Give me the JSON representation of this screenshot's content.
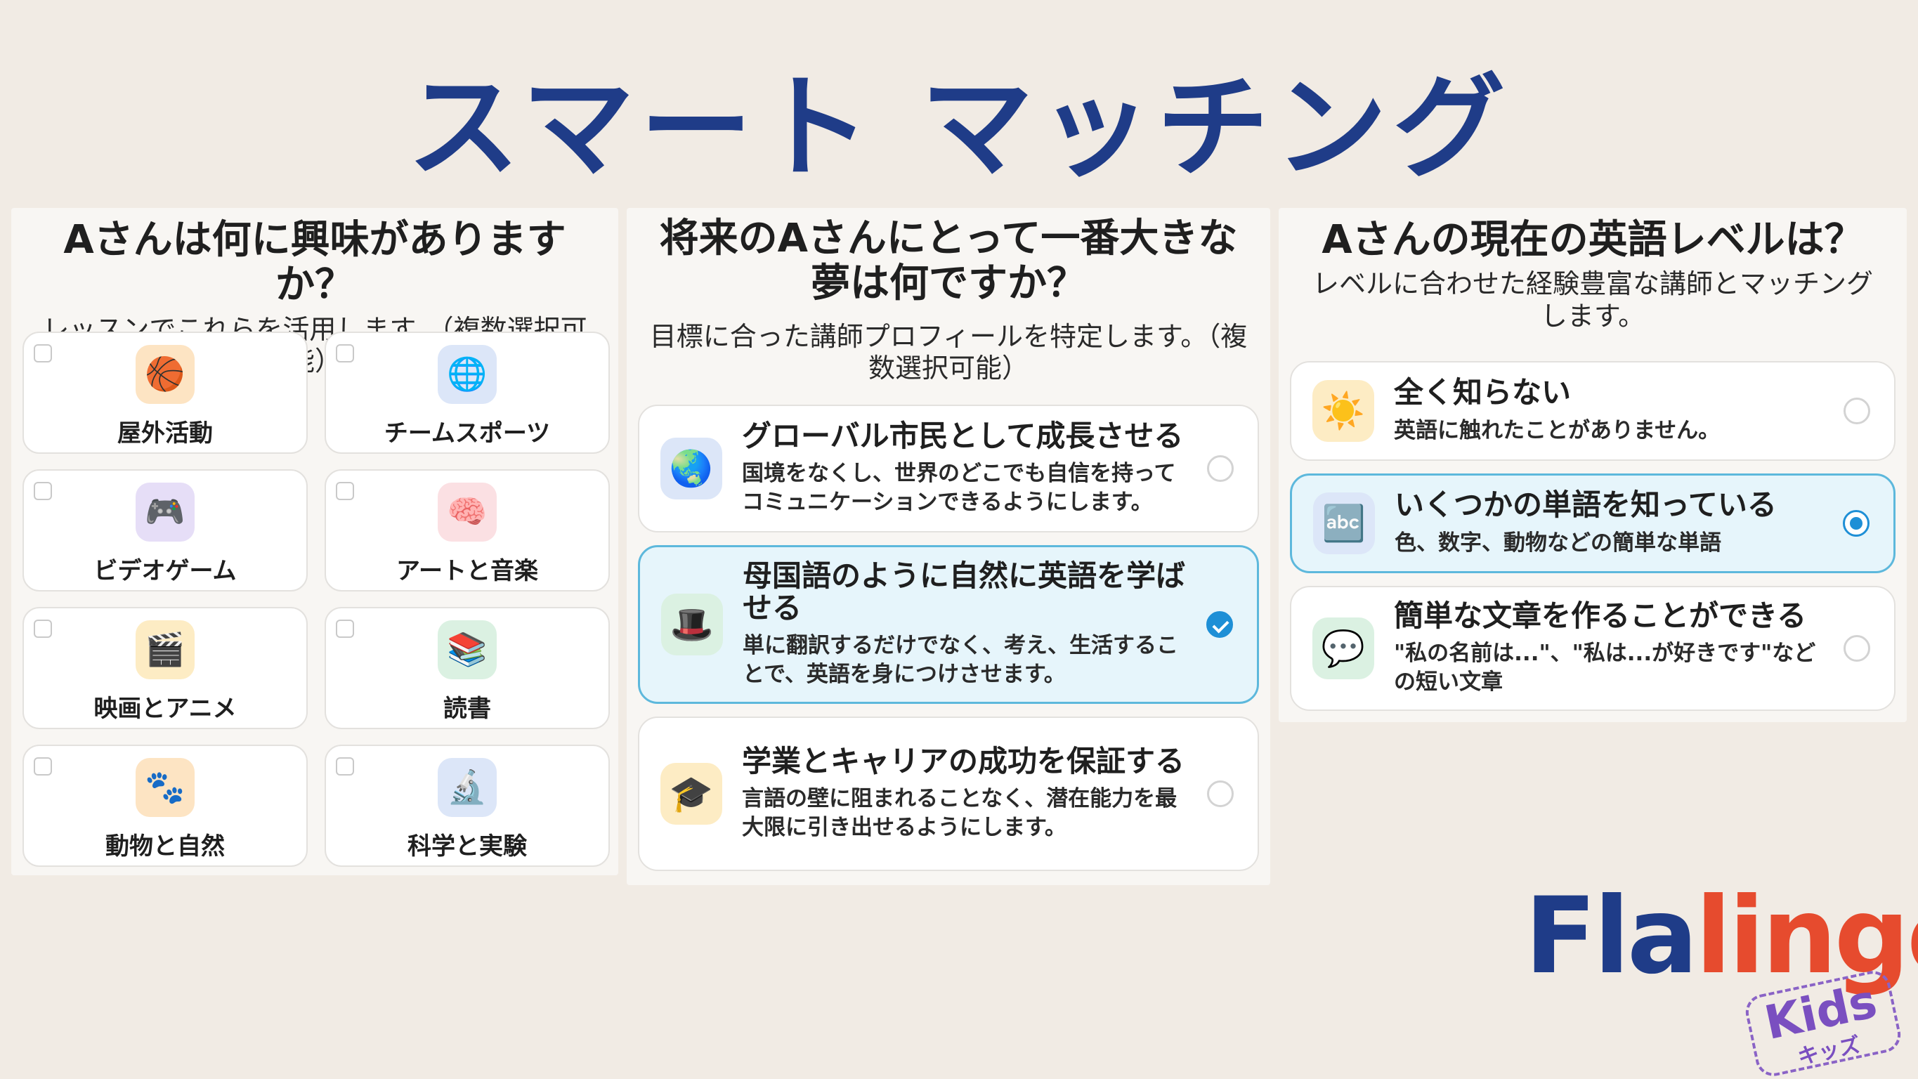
{
  "title": "スマート マッチング",
  "interests": {
    "title": "Aさんは何に興味がありますか？",
    "subtitle": "レッスンでこれらを活用します。（複数選択可能）",
    "items": [
      {
        "label": "屋外活動",
        "icon": "basketball-icon",
        "glyph": "🏀",
        "bg": "#fde4c3"
      },
      {
        "label": "チームスポーツ",
        "icon": "globe-icon",
        "glyph": "🌐",
        "bg": "#dce6f8"
      },
      {
        "label": "ビデオゲーム",
        "icon": "gamepad-icon",
        "glyph": "🎮",
        "bg": "#e6def7"
      },
      {
        "label": "アートと音楽",
        "icon": "brain-icon",
        "glyph": "🧠",
        "bg": "#fbe0e3"
      },
      {
        "label": "映画とアニメ",
        "icon": "clapperboard-icon",
        "glyph": "🎬",
        "bg": "#fdecc4"
      },
      {
        "label": "読書",
        "icon": "books-icon",
        "glyph": "📚",
        "bg": "#dbf1e2"
      },
      {
        "label": "動物と自然",
        "icon": "paw-icon",
        "glyph": "🐾",
        "bg": "#fde4c3"
      },
      {
        "label": "科学と実験",
        "icon": "microscope-icon",
        "glyph": "🔬",
        "bg": "#dce6f8"
      }
    ]
  },
  "dreams": {
    "title": "将来のAさんにとって一番大きな夢は何ですか？",
    "subtitle": "目標に合った講師プロフィールを特定します。（複数選択可能）",
    "options": [
      {
        "title": "グローバル市民として成長させる",
        "desc": "国境をなくし、世界のどこでも自信を持ってコミュニケーションできるようにします。",
        "icon": "earth-icon",
        "glyph": "🌏",
        "bg": "#dce6f8",
        "selected": false
      },
      {
        "title": "母国語のように自然に英語を学ばせる",
        "desc": "単に翻訳するだけでなく、考え、生活することで、英語を身につけさせます。",
        "icon": "top-hat-icon",
        "glyph": "🎩",
        "bg": "#dbf1e2",
        "selected": true
      },
      {
        "title": "学業とキャリアの成功を保証する",
        "desc": "言語の壁に阻まれることなく、潜在能力を最大限に引き出せるようにします。",
        "icon": "graduation-cap-icon",
        "glyph": "🎓",
        "bg": "#fdecc4",
        "selected": false
      }
    ]
  },
  "level": {
    "title": "Aさんの現在の英語レベルは？",
    "subtitle": "レベルに合わせた経験豊富な講師とマッチングします。",
    "options": [
      {
        "title": "全く知らない",
        "desc": "英語に触れたことがありません。",
        "icon": "sun-icon",
        "glyph": "☀️",
        "bg": "#fdecc4",
        "selected": false
      },
      {
        "title": "いくつかの単語を知っている",
        "desc": "色、数字、動物などの簡単な単語",
        "icon": "abc-icon",
        "glyph": "🔤",
        "bg": "#dce6f8",
        "selected": true
      },
      {
        "title": "簡単な文章を作ることができる",
        "desc": "\"私の名前は...\"、\"私は...が好きです\"などの短い文章",
        "icon": "speech-bubble-icon",
        "glyph": "💬",
        "bg": "#dbf1e2",
        "selected": false
      }
    ]
  },
  "logo": {
    "part1": "Fla",
    "part2": "lingo",
    "badge": "Kids",
    "badge_sub": "キッズ"
  },
  "colors": {
    "title": "#1f3c88",
    "selected_border": "#5db8dc",
    "selected_bg": "#e6f5fb",
    "radio": "#1e8fd6",
    "brand_red": "#e64b2e",
    "brand_purple": "#7a4fc0"
  }
}
